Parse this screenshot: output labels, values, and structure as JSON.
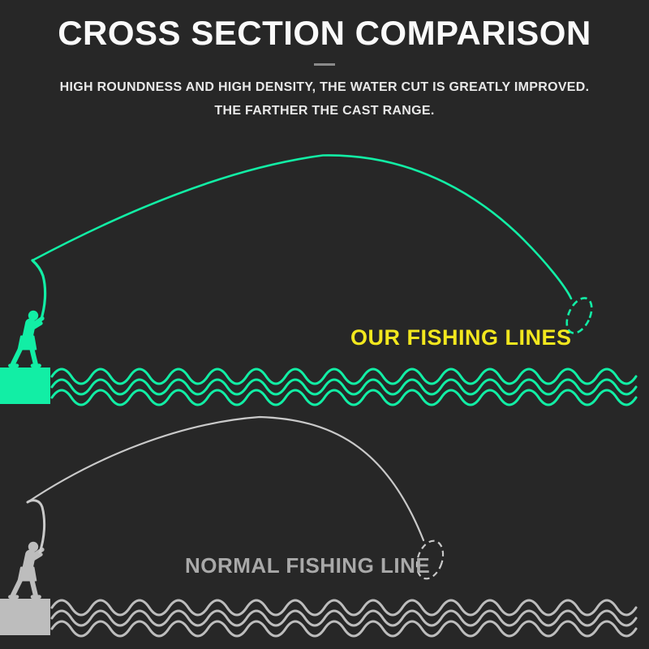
{
  "header": {
    "title": "CROSS SECTION COMPARISON",
    "subtitle_line1": "HIGH ROUNDNESS AND HIGH DENSITY, THE WATER CUT IS GREATLY IMPROVED.",
    "subtitle_line2": "THE FARTHER THE CAST RANGE."
  },
  "sections": {
    "ours": {
      "label": "OUR FISHING LINES"
    },
    "normal": {
      "label": "NORMAL FISHING LINE"
    }
  },
  "icons": {
    "fisherman": "fisherman-casting-silhouette",
    "waves": "triple-wave-water",
    "lure": "dashed-ellipse-lure"
  },
  "colors": {
    "background": "#272727",
    "accent_green": "#12eea5",
    "accent_yellow": "#f2e71e",
    "normal_gray": "#bdbdbd",
    "normal_line_gray": "#c9c9c9",
    "normal_label_gray": "#a9a9a9",
    "title_white": "#fafafa",
    "subtitle_white": "#e8e8e8",
    "divider_gray": "#8a8a8a"
  }
}
